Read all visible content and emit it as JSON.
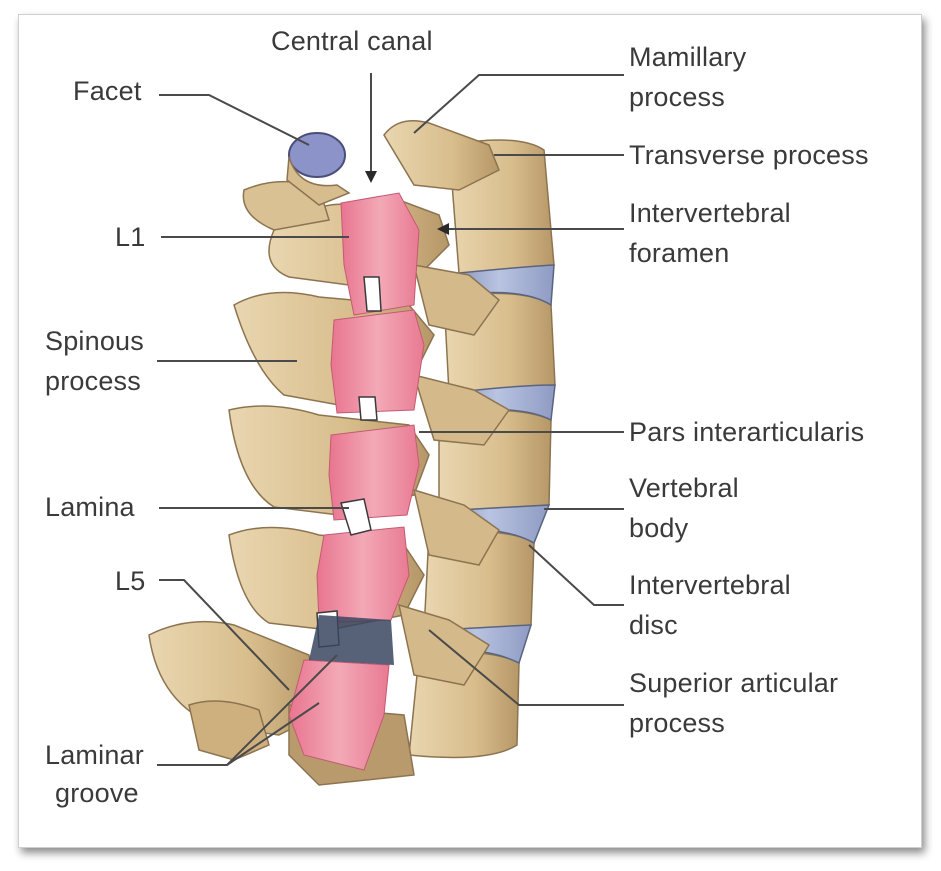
{
  "figure": {
    "colors": {
      "bone": "#dcc497",
      "bone_shadow": "#b8996a",
      "bone_dark": "#8d7450",
      "ligament": "#e87a92",
      "ligament_light": "#f2a8b6",
      "disc": "#a9b6d8",
      "disc_dark": "#5a6480",
      "facet": "#8b93c9",
      "leader": "#4a4a4a"
    },
    "labels": {
      "central_canal": "Central canal",
      "facet": "Facet",
      "l1": "L1",
      "spinous_line1": "Spinous",
      "spinous_line2": "process",
      "lamina": "Lamina",
      "l5": "L5",
      "laminar_line1": "Laminar",
      "laminar_line2": "groove",
      "mamillary_line1": "Mamillary",
      "mamillary_line2": "process",
      "transverse": "Transverse process",
      "iv_foramen_line1": "Intervertebral",
      "iv_foramen_line2": "foramen",
      "pars": "Pars interarticularis",
      "vb_line1": "Vertebral",
      "vb_line2": "body",
      "iv_disc_line1": "Intervertebral",
      "iv_disc_line2": "disc",
      "superior_line1": "Superior articular",
      "superior_line2": "process"
    }
  }
}
